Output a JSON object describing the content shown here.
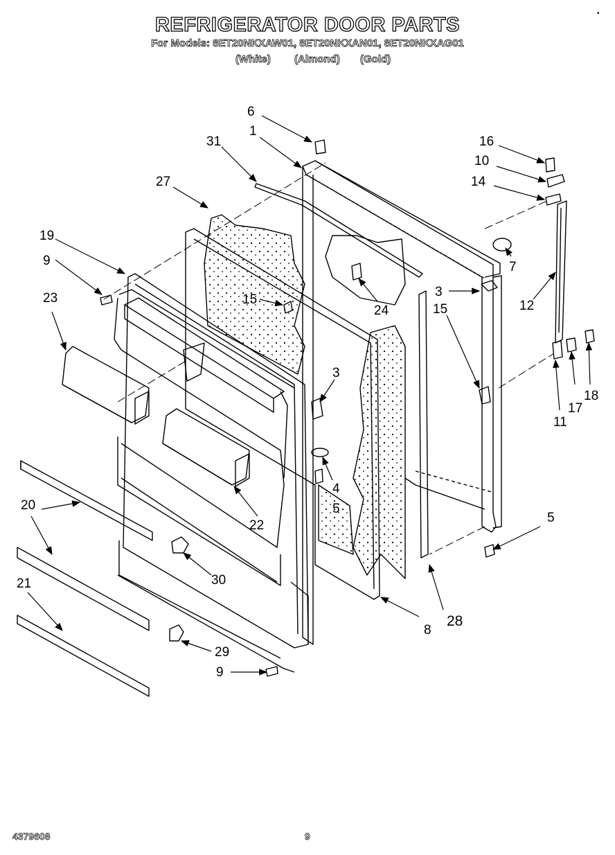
{
  "header": {
    "title": "REFRIGERATOR DOOR PARTS",
    "models_line": "For Models: 8ET20NKXAW01, 8ET20NKXAN01, 8ET20NKXAG01",
    "variants": [
      "(White)",
      "(Almond)",
      "(Gold)"
    ]
  },
  "callouts": {
    "c6": "6",
    "c1": "1",
    "c31": "31",
    "c27": "27",
    "c19": "19",
    "c9a": "9",
    "c23": "23",
    "c15a": "15",
    "c24": "24",
    "c3a": "3",
    "c15b": "15",
    "c16": "16",
    "c10": "10",
    "c14": "14",
    "c7": "7",
    "c12": "12",
    "c3b": "3",
    "c11": "11",
    "c17": "17",
    "c18": "18",
    "c4": "4",
    "c5a": "5",
    "c22": "22",
    "c20": "20",
    "c5b": "5",
    "c30": "30",
    "c21": "21",
    "c8": "8",
    "c28": "28",
    "c29": "29",
    "c9b": "9"
  },
  "footer": {
    "doc_number": "4379608",
    "page_number": "9"
  },
  "corner_mark": "•"
}
